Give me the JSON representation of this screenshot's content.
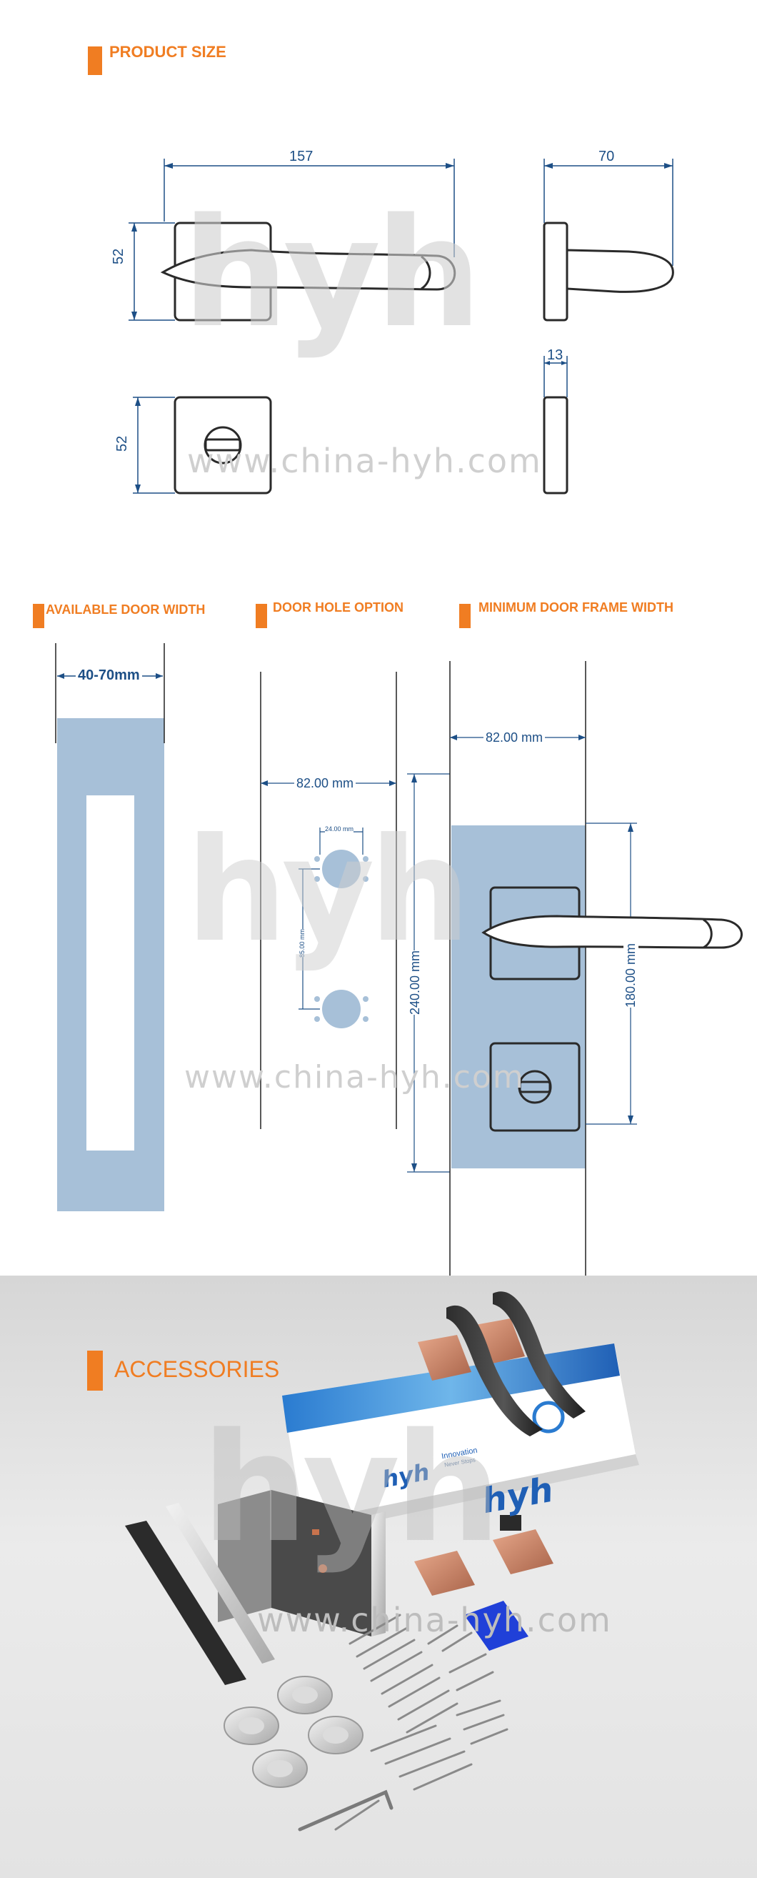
{
  "product_size": {
    "title": "PRODUCT SIZE",
    "dim_width": "157",
    "dim_height": "52",
    "dim_height_2": "52",
    "dim_depth": "70",
    "dim_thickness": "13"
  },
  "door_width": {
    "title": "AVAILABLE DOOR WIDTH",
    "range": "40-70mm"
  },
  "door_hole": {
    "title": "DOOR HOLE OPTION",
    "width": "82.00 mm",
    "hole_dia": "24.00 mm",
    "hole_spacing": "85.00 mm",
    "height": "240.00 mm"
  },
  "door_frame": {
    "title": "MINIMUM DOOR FRAME WIDTH",
    "width": "82.00 mm",
    "height": "180.00 mm"
  },
  "accessories": {
    "title": "ACCESSORIES",
    "box_brand": "hyh",
    "box_tagline": "Innovation",
    "box_tagline_2": "Never Stops"
  },
  "watermark": {
    "brand": "hyh",
    "url": "www.china-hyh.com"
  },
  "colors": {
    "accent": "#f07d22",
    "dimension": "#1d4f86",
    "door": "#a7c0d8",
    "rose_gold": "#c9866a"
  }
}
